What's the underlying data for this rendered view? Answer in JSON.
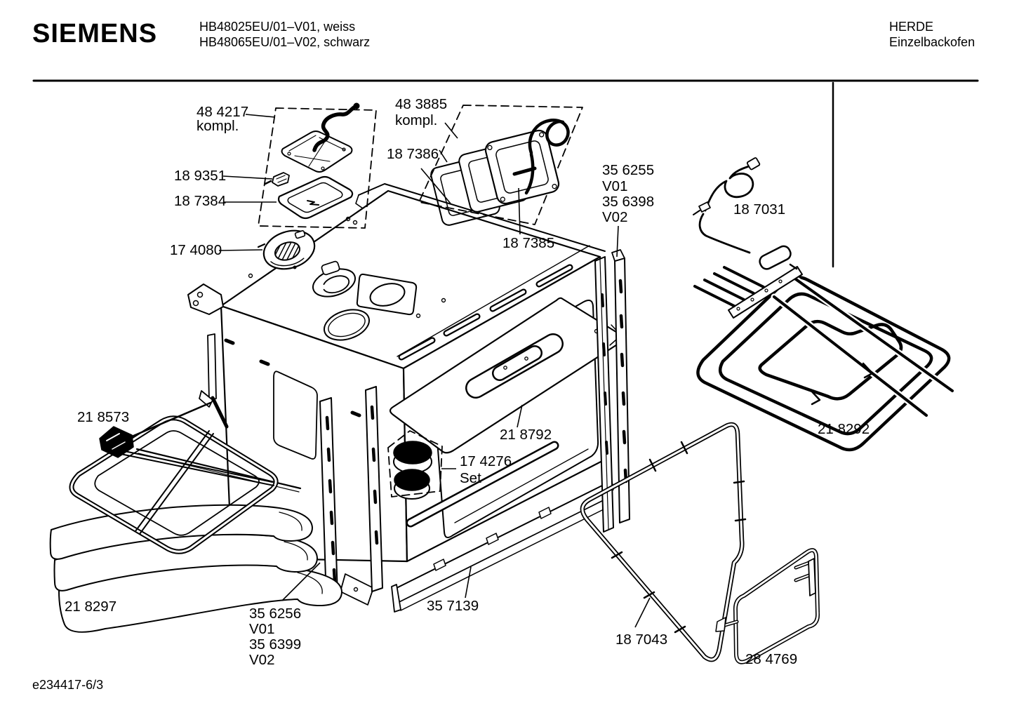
{
  "header": {
    "brand": "SIEMENS",
    "models": [
      "HB48025EU/01–V01, weiss",
      "HB48065EU/01–V02, schwarz"
    ],
    "category": [
      "HERDE",
      "Einzelbackofen"
    ]
  },
  "footer": {
    "doc_id": "e234417-6/3"
  },
  "colors": {
    "ink": "#000000",
    "paper": "#ffffff"
  },
  "diagram": {
    "type": "exploded-parts-diagram",
    "product": "built-in single oven",
    "labels": [
      {
        "text": "48 4217"
      },
      {
        "text": "kompl."
      },
      {
        "text": "18 9351"
      },
      {
        "text": "18 7384"
      },
      {
        "text": "17 4080"
      },
      {
        "text": "48 3885"
      },
      {
        "text": "kompl."
      },
      {
        "text": "18 7386"
      },
      {
        "text": "18 7385"
      },
      {
        "text": "35 6255"
      },
      {
        "text": "V01"
      },
      {
        "text": "35 6398"
      },
      {
        "text": "V02"
      },
      {
        "text": "18 7031"
      },
      {
        "text": "21 8573"
      },
      {
        "text": "21 8792"
      },
      {
        "text": "17 4276"
      },
      {
        "text": "Set"
      },
      {
        "text": "21 8292"
      },
      {
        "text": "21 8297"
      },
      {
        "text": "35 6256"
      },
      {
        "text": "V01"
      },
      {
        "text": "35 6399"
      },
      {
        "text": "V02"
      },
      {
        "text": "35 7139"
      },
      {
        "text": "18 7043"
      },
      {
        "text": "28 4769"
      }
    ]
  }
}
